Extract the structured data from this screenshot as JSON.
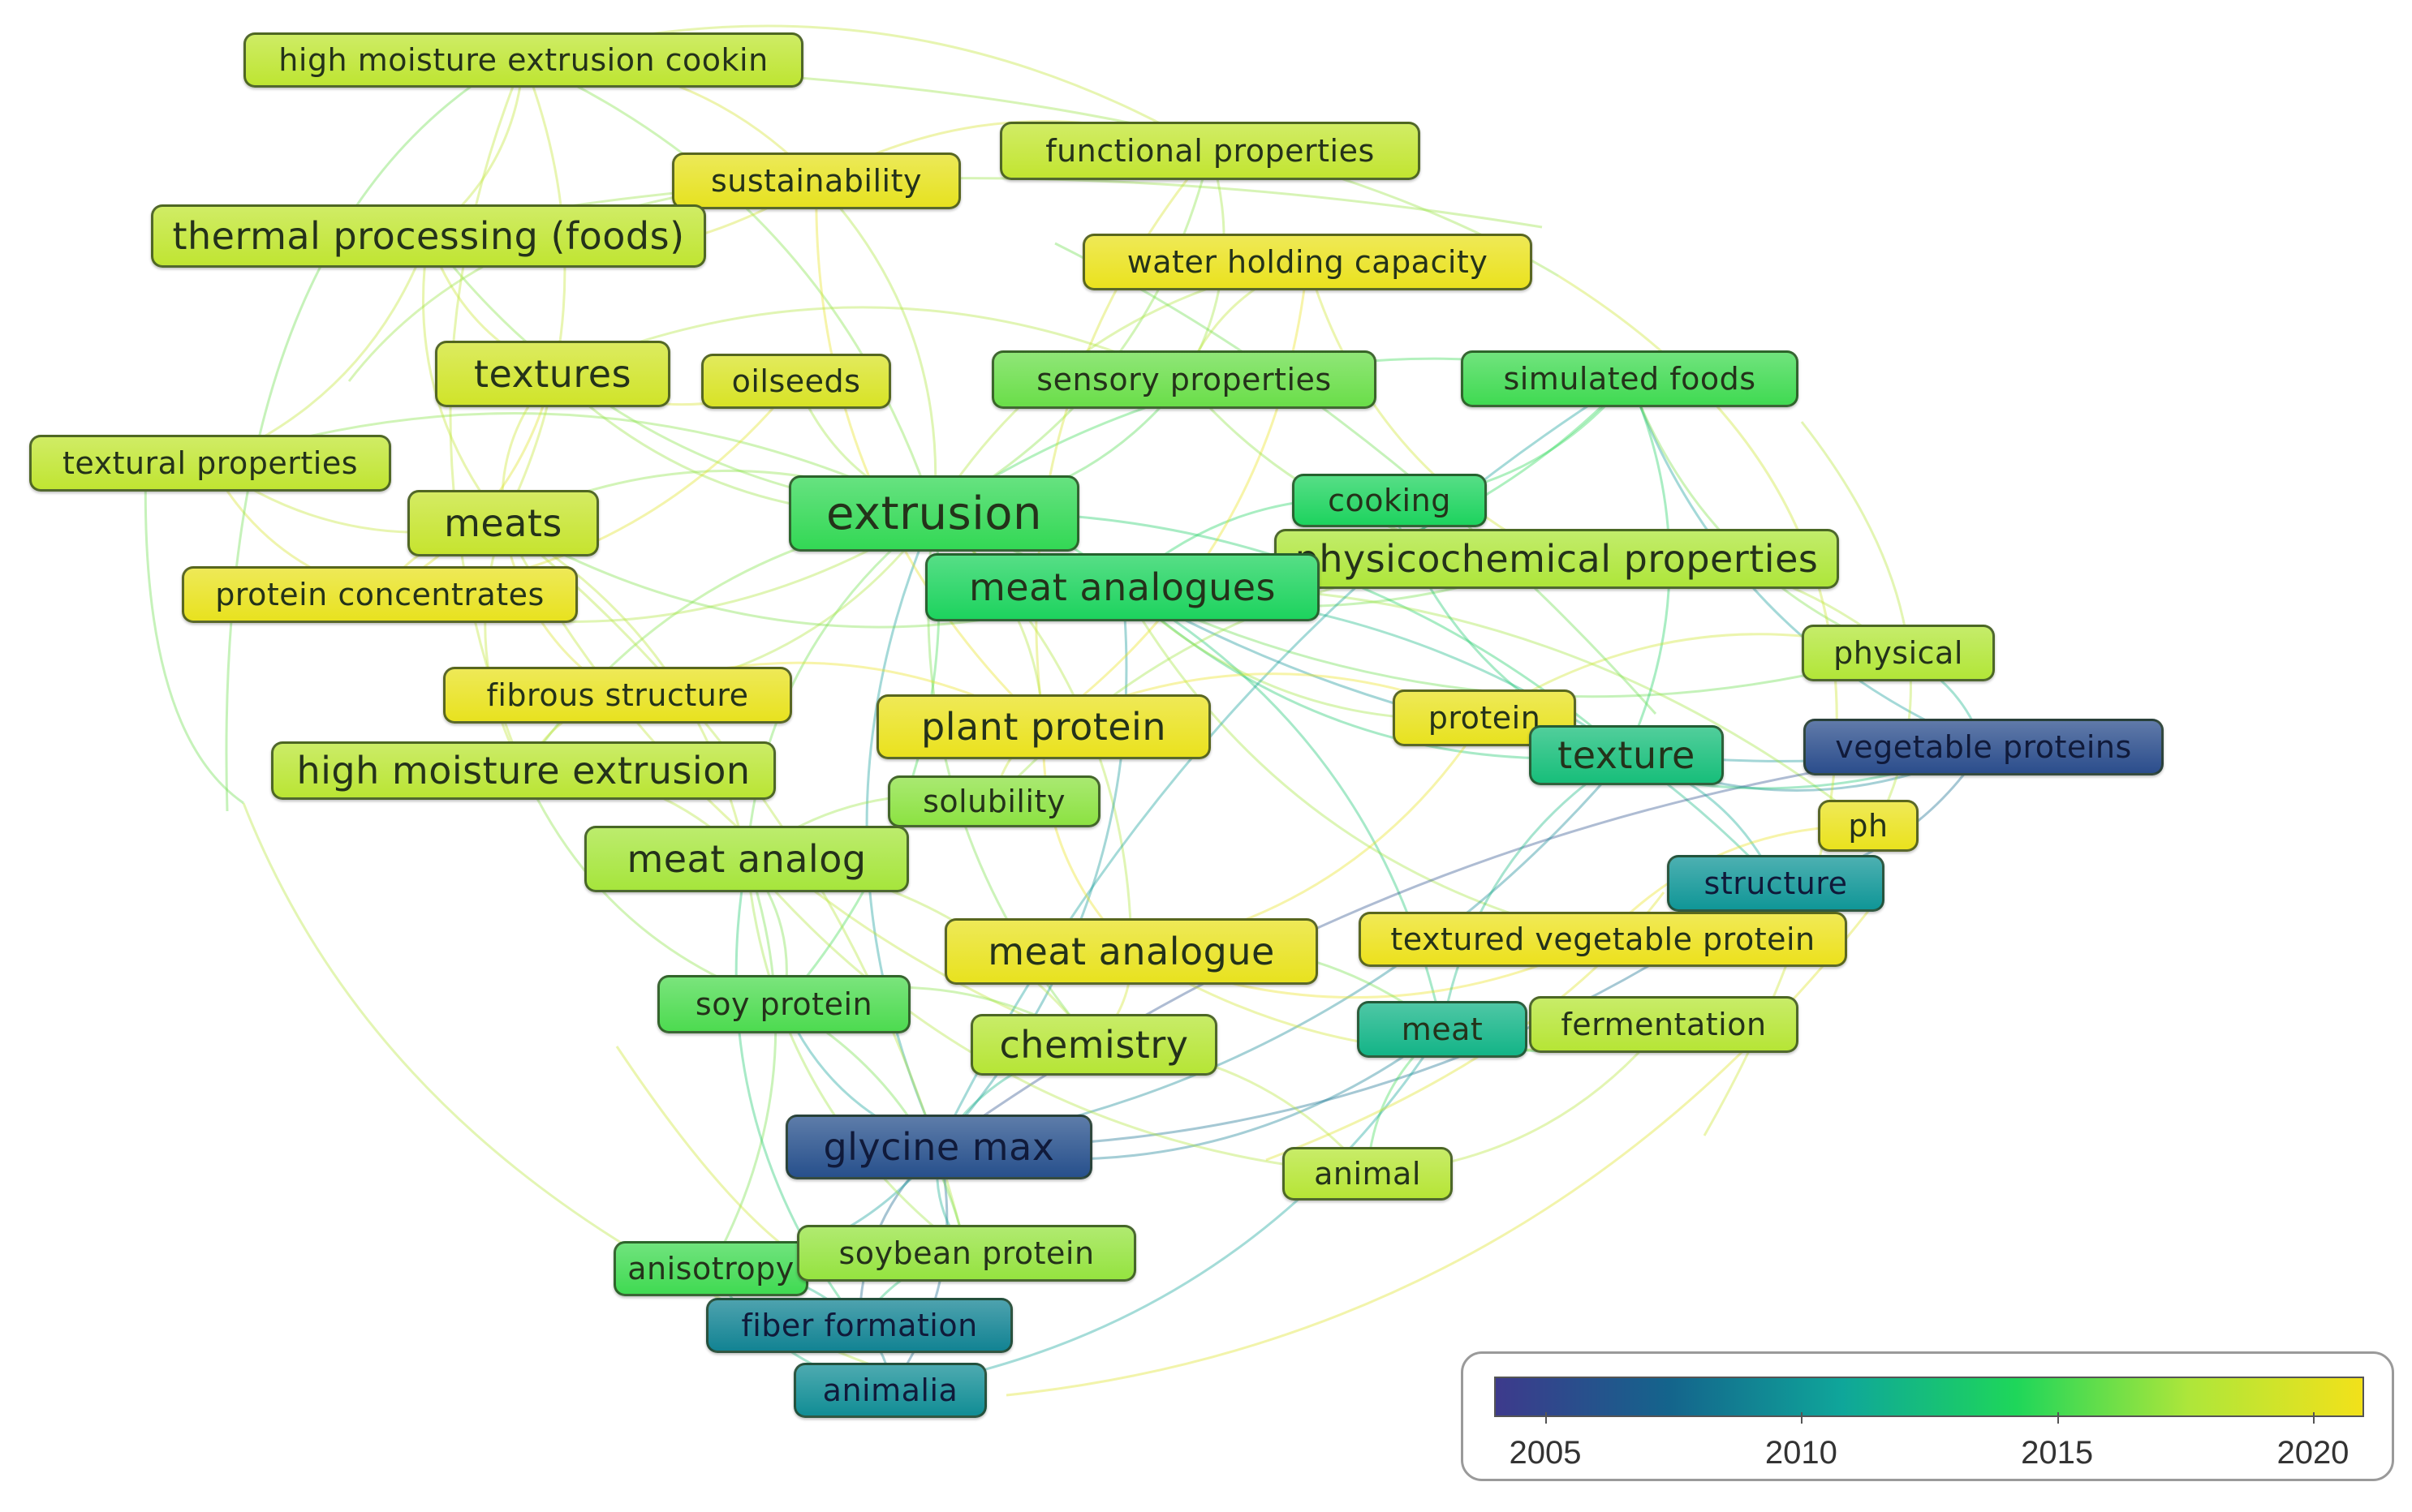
{
  "colors": {
    "scale": [
      "#3d3a8c",
      "#14648c",
      "#0fa69a",
      "#1ed65a",
      "#aee63a",
      "#f2e11a"
    ]
  },
  "legend": {
    "ticks": [
      {
        "label": "2005",
        "year": 2005
      },
      {
        "label": "2010",
        "year": 2010
      },
      {
        "label": "2015",
        "year": 2015
      },
      {
        "label": "2020",
        "year": 2020
      }
    ],
    "min_year": 2004,
    "max_year": 2021
  },
  "nodes": [
    {
      "id": "hmec",
      "label": "high moisture extrusion cookin",
      "year": 2018.4,
      "weight": 1
    },
    {
      "id": "sust",
      "label": "sustainability",
      "year": 2020.4,
      "weight": 1
    },
    {
      "id": "func",
      "label": "functional properties",
      "year": 2018.6,
      "weight": 1
    },
    {
      "id": "therm",
      "label": "thermal processing (foods)",
      "year": 2018.5,
      "weight": 2
    },
    {
      "id": "whc",
      "label": "water holding capacity",
      "year": 2020.6,
      "weight": 1
    },
    {
      "id": "textures",
      "label": "textures",
      "year": 2019.3,
      "weight": 2
    },
    {
      "id": "oilseeds",
      "label": "oilseeds",
      "year": 2019.7,
      "weight": 1
    },
    {
      "id": "sens",
      "label": "sensory properties",
      "year": 2016.0,
      "weight": 1
    },
    {
      "id": "sim",
      "label": "simulated foods",
      "year": 2015.0,
      "weight": 1
    },
    {
      "id": "textprop",
      "label": "textural properties",
      "year": 2018.5,
      "weight": 1
    },
    {
      "id": "meats",
      "label": "meats",
      "year": 2018.8,
      "weight": 2
    },
    {
      "id": "extr",
      "label": "extrusion",
      "year": 2014.7,
      "weight": 3
    },
    {
      "id": "cooking",
      "label": "cooking",
      "year": 2014.0,
      "weight": 1
    },
    {
      "id": "phys",
      "label": "physicochemical properties",
      "year": 2017.6,
      "weight": 2
    },
    {
      "id": "maes",
      "label": "meat analogues",
      "year": 2014.0,
      "weight": 2
    },
    {
      "id": "protconc",
      "label": "protein concentrates",
      "year": 2020.5,
      "weight": 1
    },
    {
      "id": "physical",
      "label": "physical",
      "year": 2017.8,
      "weight": 1
    },
    {
      "id": "fib",
      "label": "fibrous structure",
      "year": 2020.5,
      "weight": 1
    },
    {
      "id": "plant",
      "label": "plant protein",
      "year": 2020.6,
      "weight": 2
    },
    {
      "id": "protein",
      "label": "protein",
      "year": 2020.5,
      "weight": 1
    },
    {
      "id": "texture",
      "label": "texture",
      "year": 2012.5,
      "weight": 2
    },
    {
      "id": "veg",
      "label": "vegetable proteins",
      "year": 2005.5,
      "weight": 1
    },
    {
      "id": "hme",
      "label": "high moisture extrusion",
      "year": 2018.2,
      "weight": 2
    },
    {
      "id": "solub",
      "label": "solubility",
      "year": 2016.8,
      "weight": 1
    },
    {
      "id": "ph",
      "label": "ph",
      "year": 2020.6,
      "weight": 1
    },
    {
      "id": "manalog",
      "label": "meat analog",
      "year": 2017.4,
      "weight": 2
    },
    {
      "id": "struct",
      "label": "structure",
      "year": 2010.0,
      "weight": 1
    },
    {
      "id": "tvp",
      "label": "textured vegetable protein",
      "year": 2020.7,
      "weight": 1
    },
    {
      "id": "manalogue",
      "label": "meat analogue",
      "year": 2020.5,
      "weight": 2
    },
    {
      "id": "soy",
      "label": "soy protein",
      "year": 2015.3,
      "weight": 1
    },
    {
      "id": "chem",
      "label": "chemistry",
      "year": 2018.0,
      "weight": 2
    },
    {
      "id": "meat",
      "label": "meat",
      "year": 2011.8,
      "weight": 1
    },
    {
      "id": "ferm",
      "label": "fermentation",
      "year": 2018.0,
      "weight": 1
    },
    {
      "id": "glyc",
      "label": "glycine max",
      "year": 2005.8,
      "weight": 2
    },
    {
      "id": "animal",
      "label": "animal",
      "year": 2018.0,
      "weight": 1
    },
    {
      "id": "aniso",
      "label": "anisotropy",
      "year": 2015.0,
      "weight": 1
    },
    {
      "id": "soybean",
      "label": "soybean protein",
      "year": 2017.0,
      "weight": 1
    },
    {
      "id": "fiber",
      "label": "fiber formation",
      "year": 2009.0,
      "weight": 1
    },
    {
      "id": "animalia",
      "label": "animalia",
      "year": 2009.5,
      "weight": 1
    }
  ]
}
